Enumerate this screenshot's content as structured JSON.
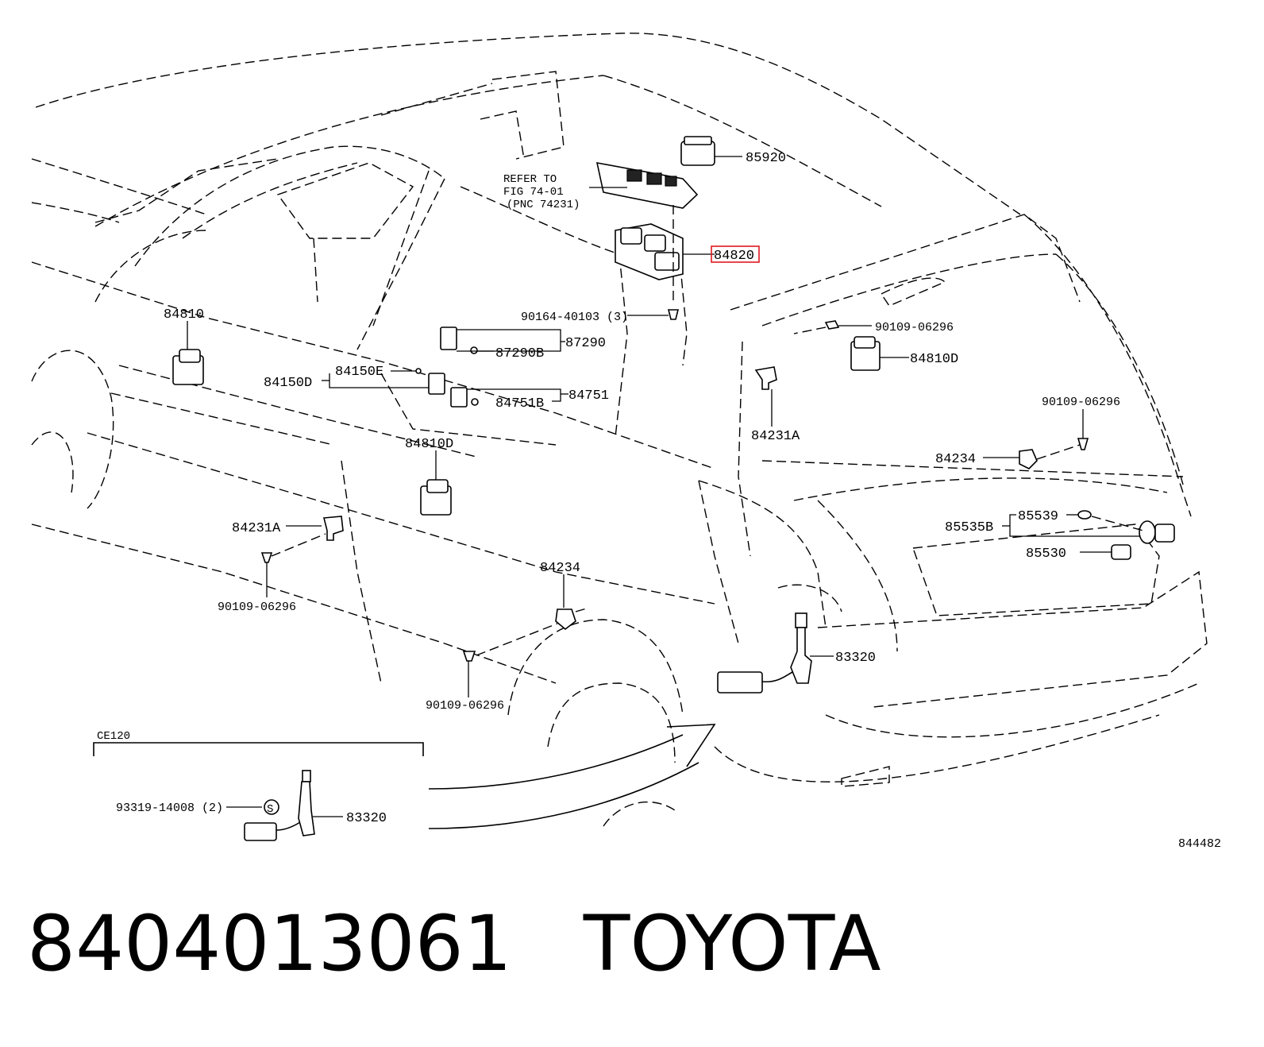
{
  "labels": {
    "p85920": "85920",
    "refer_line1": "REFER TO",
    "refer_line2": "FIG 74-01",
    "refer_line3": "(PNC 74231)",
    "p84820": "84820",
    "p84810": "84810",
    "p90164": "90164-40103 (3)",
    "p90109_a": "90109-06296",
    "p87290": "87290",
    "p87290B": "87290B",
    "p84810D_a": "84810D",
    "p84150E": "84150E",
    "p84150D": "84150D",
    "p84751": "84751",
    "p84751B": "84751B",
    "p84231A_a": "84231A",
    "p90109_b": "90109-06296",
    "p84810D_b": "84810D",
    "p84234_a": "84234",
    "p84231A_b": "84231A",
    "p90109_c": "90109-06296",
    "p84234_b": "84234",
    "p85539": "85539",
    "p85535B": "85535B",
    "p85530": "85530",
    "p83320_a": "83320",
    "p90109_d": "90109-06296",
    "inset_title": "CE120",
    "p93319": "93319-14008 (2)",
    "inset_s": "S",
    "p83320_b": "83320",
    "figure_no": "844482"
  },
  "highlight_color": "#e0191f",
  "footer": {
    "part_number": "8404013061",
    "brand": "TOYOTA"
  }
}
